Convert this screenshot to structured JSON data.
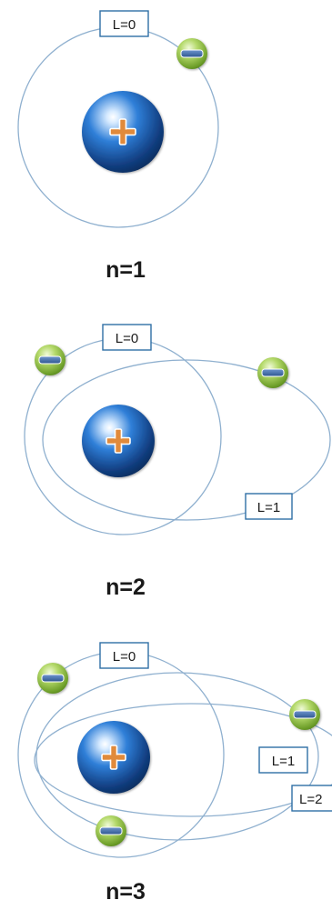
{
  "diagrams": [
    {
      "name": "n1",
      "quantum_label": "n=1",
      "orbital_labels": [
        "L=0"
      ]
    },
    {
      "name": "n2",
      "quantum_label": "n=2",
      "orbital_labels": [
        "L=0",
        "L=1"
      ]
    },
    {
      "name": "n3",
      "quantum_label": "n=3",
      "orbital_labels": [
        "L=0",
        "L=1",
        "L=2"
      ]
    }
  ],
  "icons": {
    "nucleus": "plus-icon",
    "electron": "minus-icon"
  },
  "colors": {
    "orbit": "#8fb0cf",
    "label_border": "#2f6fa6",
    "nucleus": "#1e5aa8",
    "nucleus_sign": "#e08a3a",
    "electron": "#8ebf3a",
    "electron_sign": "#3a64a8"
  }
}
